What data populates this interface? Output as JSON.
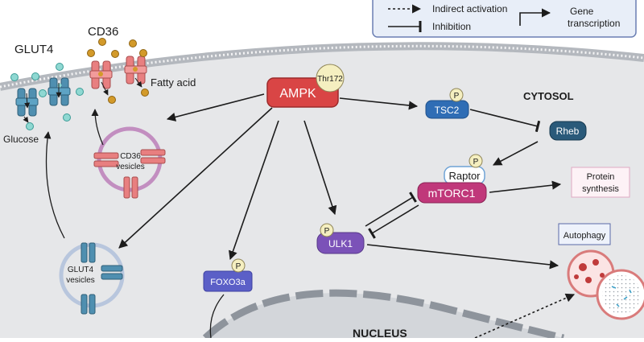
{
  "legend": {
    "indirect_activation": "Indirect activation",
    "inhibition": "Inhibition",
    "gene_transcription_line1": "Gene",
    "gene_transcription_line2": "transcription"
  },
  "transporters": {
    "glut4": "GLUT4",
    "cd36": "CD36",
    "fatty_acid": "Fatty acid",
    "glucose": "Glucose"
  },
  "vesicles": {
    "cd36_line1": "CD36",
    "cd36_line2": "vesicles",
    "glut4_line1": "GLUT4",
    "glut4_line2": "vesicles"
  },
  "nodes": {
    "ampk": "AMPK",
    "thr172": "Thr172",
    "tsc2": "TSC2",
    "rheb": "Rheb",
    "raptor": "Raptor",
    "mtorc1": "mTORC1",
    "ulk1": "ULK1",
    "foxo3a": "FOXO3a",
    "phospho": "P"
  },
  "compartments": {
    "cytosol": "CYTOSOL",
    "nucleus": "NUCLEUS"
  },
  "outcomes": {
    "protein_line1": "Protein",
    "protein_line2": "synthesis",
    "autophagy": "Autophagy"
  },
  "colors": {
    "ampk": "#d94545",
    "tsc2": "#2f6db5",
    "rheb": "#2a5a7a",
    "mtorc1": "#c0387a",
    "ulk1": "#7b52b8",
    "foxo3a": "#5b5fc7",
    "phospho": "#f5efc0",
    "cell_fill": "#e6e7e9",
    "membrane": "#b4b8be",
    "glut4_channel": "#4f8fb0",
    "cd36_channel": "#e87f80",
    "glucose_dot": "#8fd8d2",
    "fatty_acid_dot": "#d39a2a"
  }
}
